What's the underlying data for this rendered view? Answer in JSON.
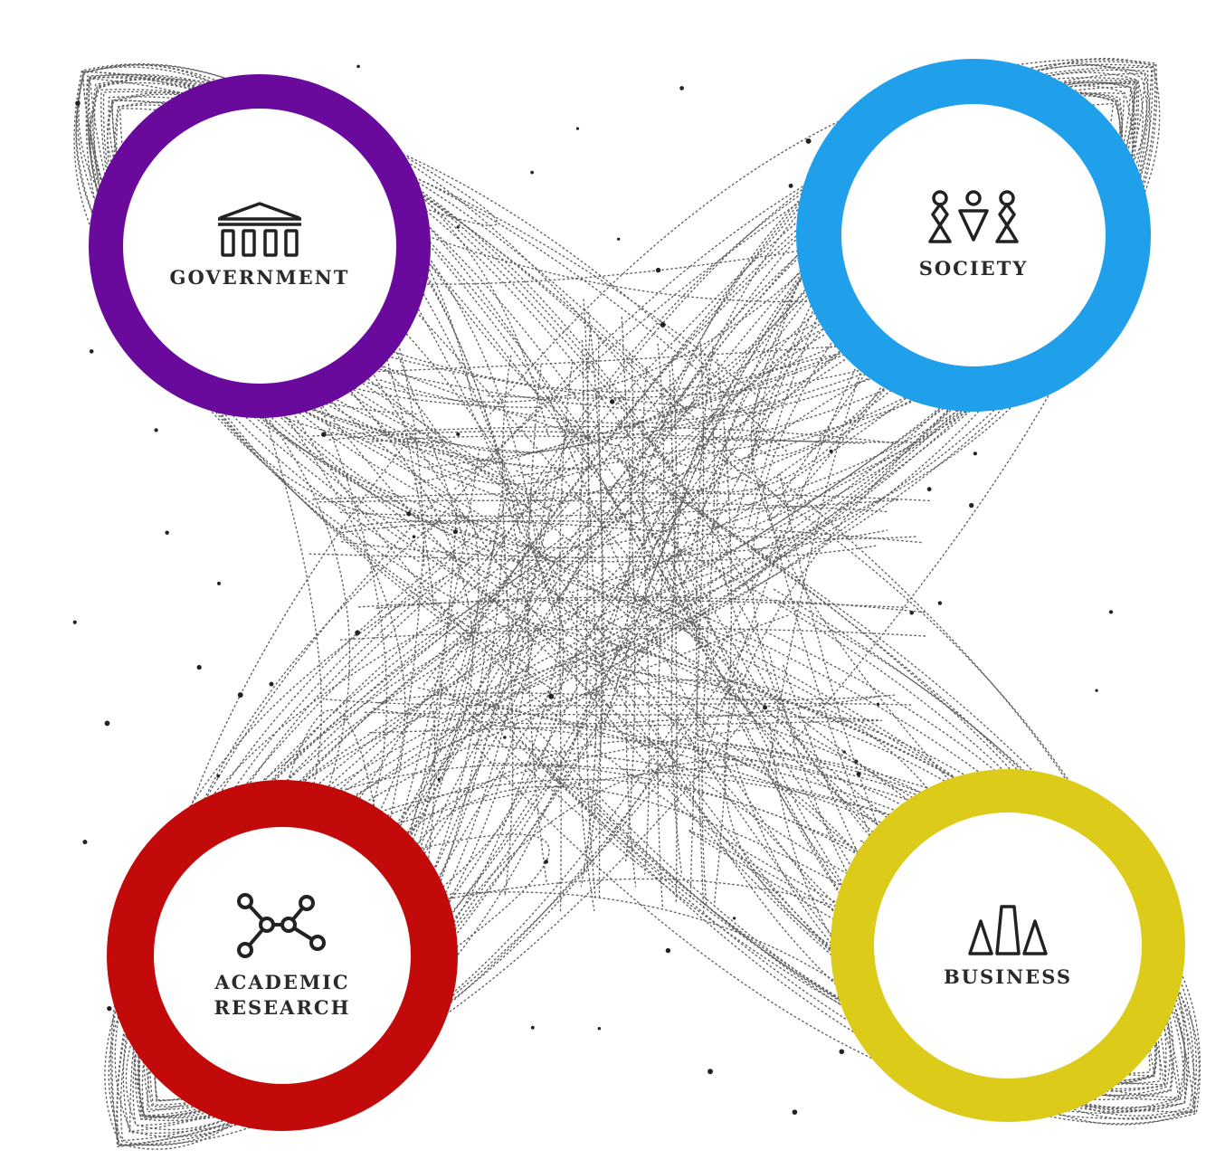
{
  "colors": {
    "government": "#6a0a9c",
    "society": "#20a0ea",
    "academic_research": "#c20a0a",
    "business": "#dccb18",
    "network_dots": "#3a3a3a"
  },
  "nodes": {
    "government": {
      "label": "GOVERNMENT",
      "icon": "government-building-icon"
    },
    "society": {
      "label": "SOCIETY",
      "icon": "people-icon"
    },
    "academic_research": {
      "label_line1": "ACADEMIC",
      "label_line2": "RESEARCH",
      "icon": "network-molecule-icon"
    },
    "business": {
      "label": "BUSINESS",
      "icon": "bar-shapes-icon"
    }
  }
}
